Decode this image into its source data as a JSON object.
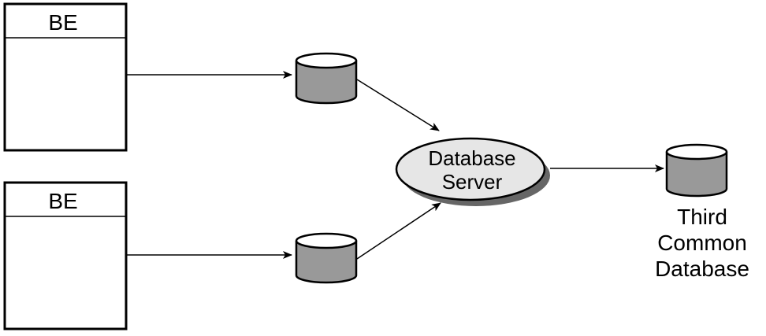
{
  "diagram": {
    "nodes": {
      "be_top": {
        "label": "BE"
      },
      "be_bottom": {
        "label": "BE"
      },
      "database_server": {
        "label_line1": "Database",
        "label_line2": "Server"
      },
      "third_db": {
        "label_line1": "Third",
        "label_line2": "Common",
        "label_line3": "Database"
      }
    },
    "edges": [
      {
        "from": "be_top",
        "to": "db_top"
      },
      {
        "from": "be_bottom",
        "to": "db_bottom"
      },
      {
        "from": "db_top",
        "to": "database_server"
      },
      {
        "from": "db_bottom",
        "to": "database_server"
      },
      {
        "from": "database_server",
        "to": "third_db"
      }
    ],
    "colors": {
      "stroke": "#000000",
      "cylinder_fill": "#999999",
      "ellipse_fill": "#e6e6e6",
      "shadow": "#666666",
      "background": "#ffffff"
    }
  }
}
